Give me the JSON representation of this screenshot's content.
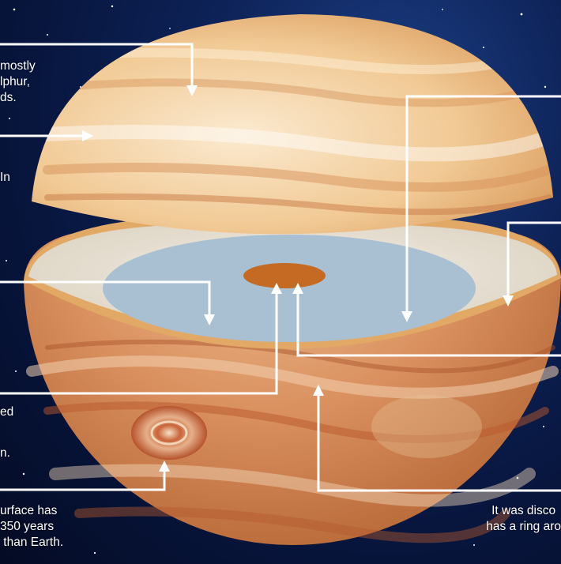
{
  "colors": {
    "space": "#0a1c4a",
    "planet_light": "#f6d9a6",
    "planet_band": "#d98c55",
    "storm": "#c0542e",
    "slice_outer": "#e9e3d6",
    "slice_inner": "#9fb9cf",
    "core": "#c76a22",
    "leader_line": "#ffffff"
  },
  "labels": {
    "clouds": "mostly\nlphur,\nds.",
    "layer_in": "In",
    "core_ed": "ed",
    "core_n": "n.",
    "surface": "urface has\n350 years\n than Earth.",
    "ring": "It was disco\nhas a ring aro"
  }
}
